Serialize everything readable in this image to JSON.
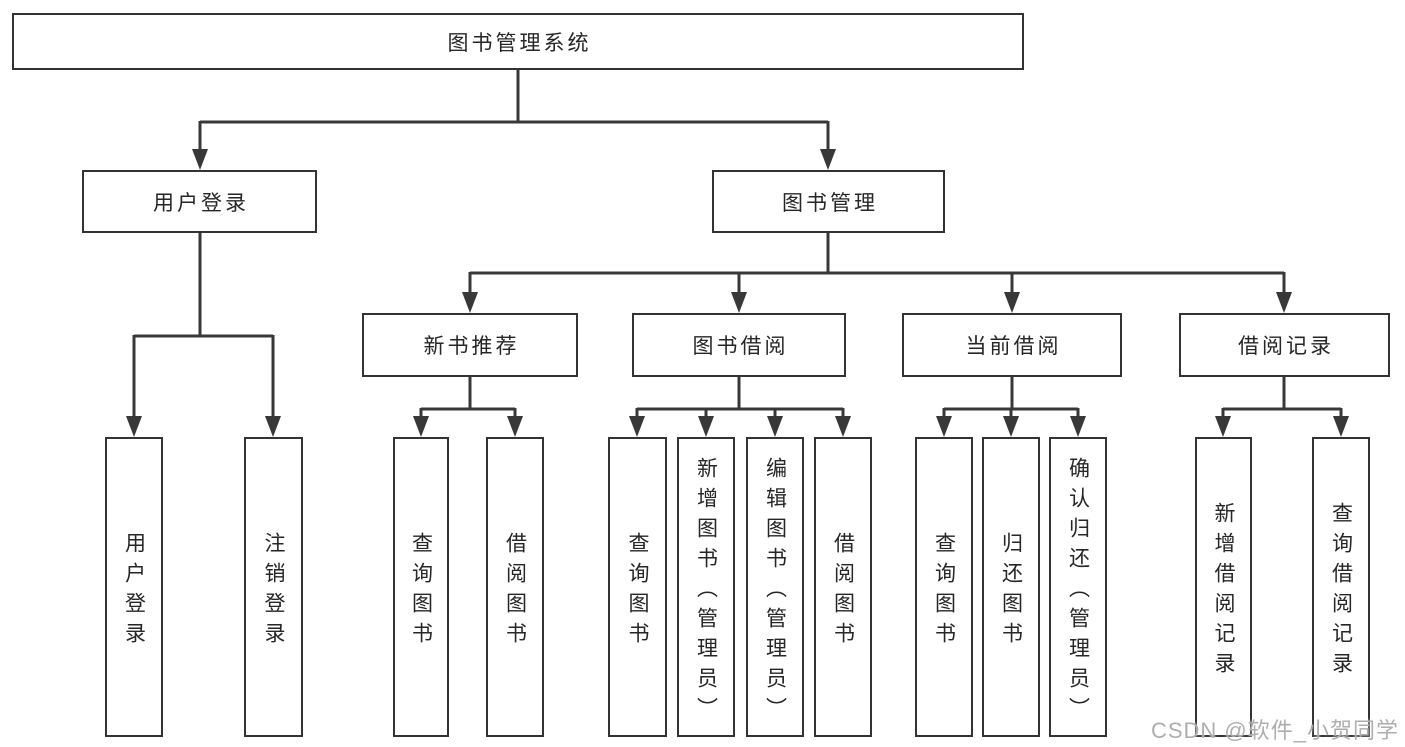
{
  "diagram": {
    "nodes": {
      "root": "图书管理系统",
      "user_login": "用户登录",
      "book_mgmt": "图书管理",
      "new_book": "新书推荐",
      "book_borrow": "图书借阅",
      "current_borrow": "当前借阅",
      "borrow_record": "借阅记录",
      "leaf_user_login": "用户登录",
      "leaf_logout": "注销登录",
      "leaf_nb_query": "查询图书",
      "leaf_nb_borrow": "借阅图书",
      "leaf_bb_query": "查询图书",
      "leaf_bb_add": "新增图书（管理员）",
      "leaf_bb_edit": "编辑图书（管理员）",
      "leaf_bb_borrow": "借阅图书",
      "leaf_cb_query": "查询图书",
      "leaf_cb_return": "归还图书",
      "leaf_cb_confirm": "确认归还（管理员）",
      "leaf_br_add": "新增借阅记录",
      "leaf_br_query": "查询借阅记录"
    },
    "hierarchy": {
      "图书管理系统": {
        "用户登录": [
          "用户登录",
          "注销登录"
        ],
        "图书管理": {
          "新书推荐": [
            "查询图书",
            "借阅图书"
          ],
          "图书借阅": [
            "查询图书",
            "新增图书（管理员）",
            "编辑图书（管理员）",
            "借阅图书"
          ],
          "当前借阅": [
            "查询图书",
            "归还图书",
            "确认归还（管理员）"
          ],
          "借阅记录": [
            "新增借阅记录",
            "查询借阅记录"
          ]
        }
      }
    },
    "colors": {
      "line": "#383838",
      "border": "#333333",
      "text": "#262626",
      "background": "#ffffff",
      "watermark": "#aeaeae"
    },
    "watermark": "CSDN @软件_小贺同学"
  }
}
